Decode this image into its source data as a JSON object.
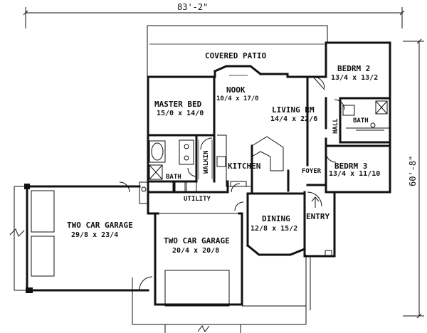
{
  "dimensions": {
    "overall_width": "83'-2\"",
    "overall_depth": "60'-8\""
  },
  "rooms": {
    "covered_patio": {
      "name": "COVERED PATIO"
    },
    "nook": {
      "name": "NOOK",
      "size": "10/4 x 17/0"
    },
    "master_bed": {
      "name": "MASTER BED",
      "size": "15/0 x 14/0"
    },
    "living_rm": {
      "name": "LIVING RM",
      "size": "14/4 x 22/6"
    },
    "bedrm2": {
      "name": "BEDRM 2",
      "size": "13/4 x 13/2"
    },
    "bedrm3": {
      "name": "BEDRM 3",
      "size": "13/4 x 11/10"
    },
    "hall": {
      "name": "HALL"
    },
    "bath_right": {
      "name": "BATH"
    },
    "bath_master": {
      "name": "BATH"
    },
    "walkin": {
      "name": "WALKIN"
    },
    "kitchen": {
      "name": "KITCHEN"
    },
    "foyer": {
      "name": "FOYER"
    },
    "utility": {
      "name": "UTILITY"
    },
    "entry": {
      "name": "ENTRY"
    },
    "dining": {
      "name": "DINING",
      "size": "12/8 x 15/2"
    },
    "garage_left": {
      "name": "TWO CAR GARAGE",
      "size": "29/8 x 23/4"
    },
    "garage_center": {
      "name": "TWO CAR GARAGE",
      "size": "20/4 x 20/8"
    }
  }
}
